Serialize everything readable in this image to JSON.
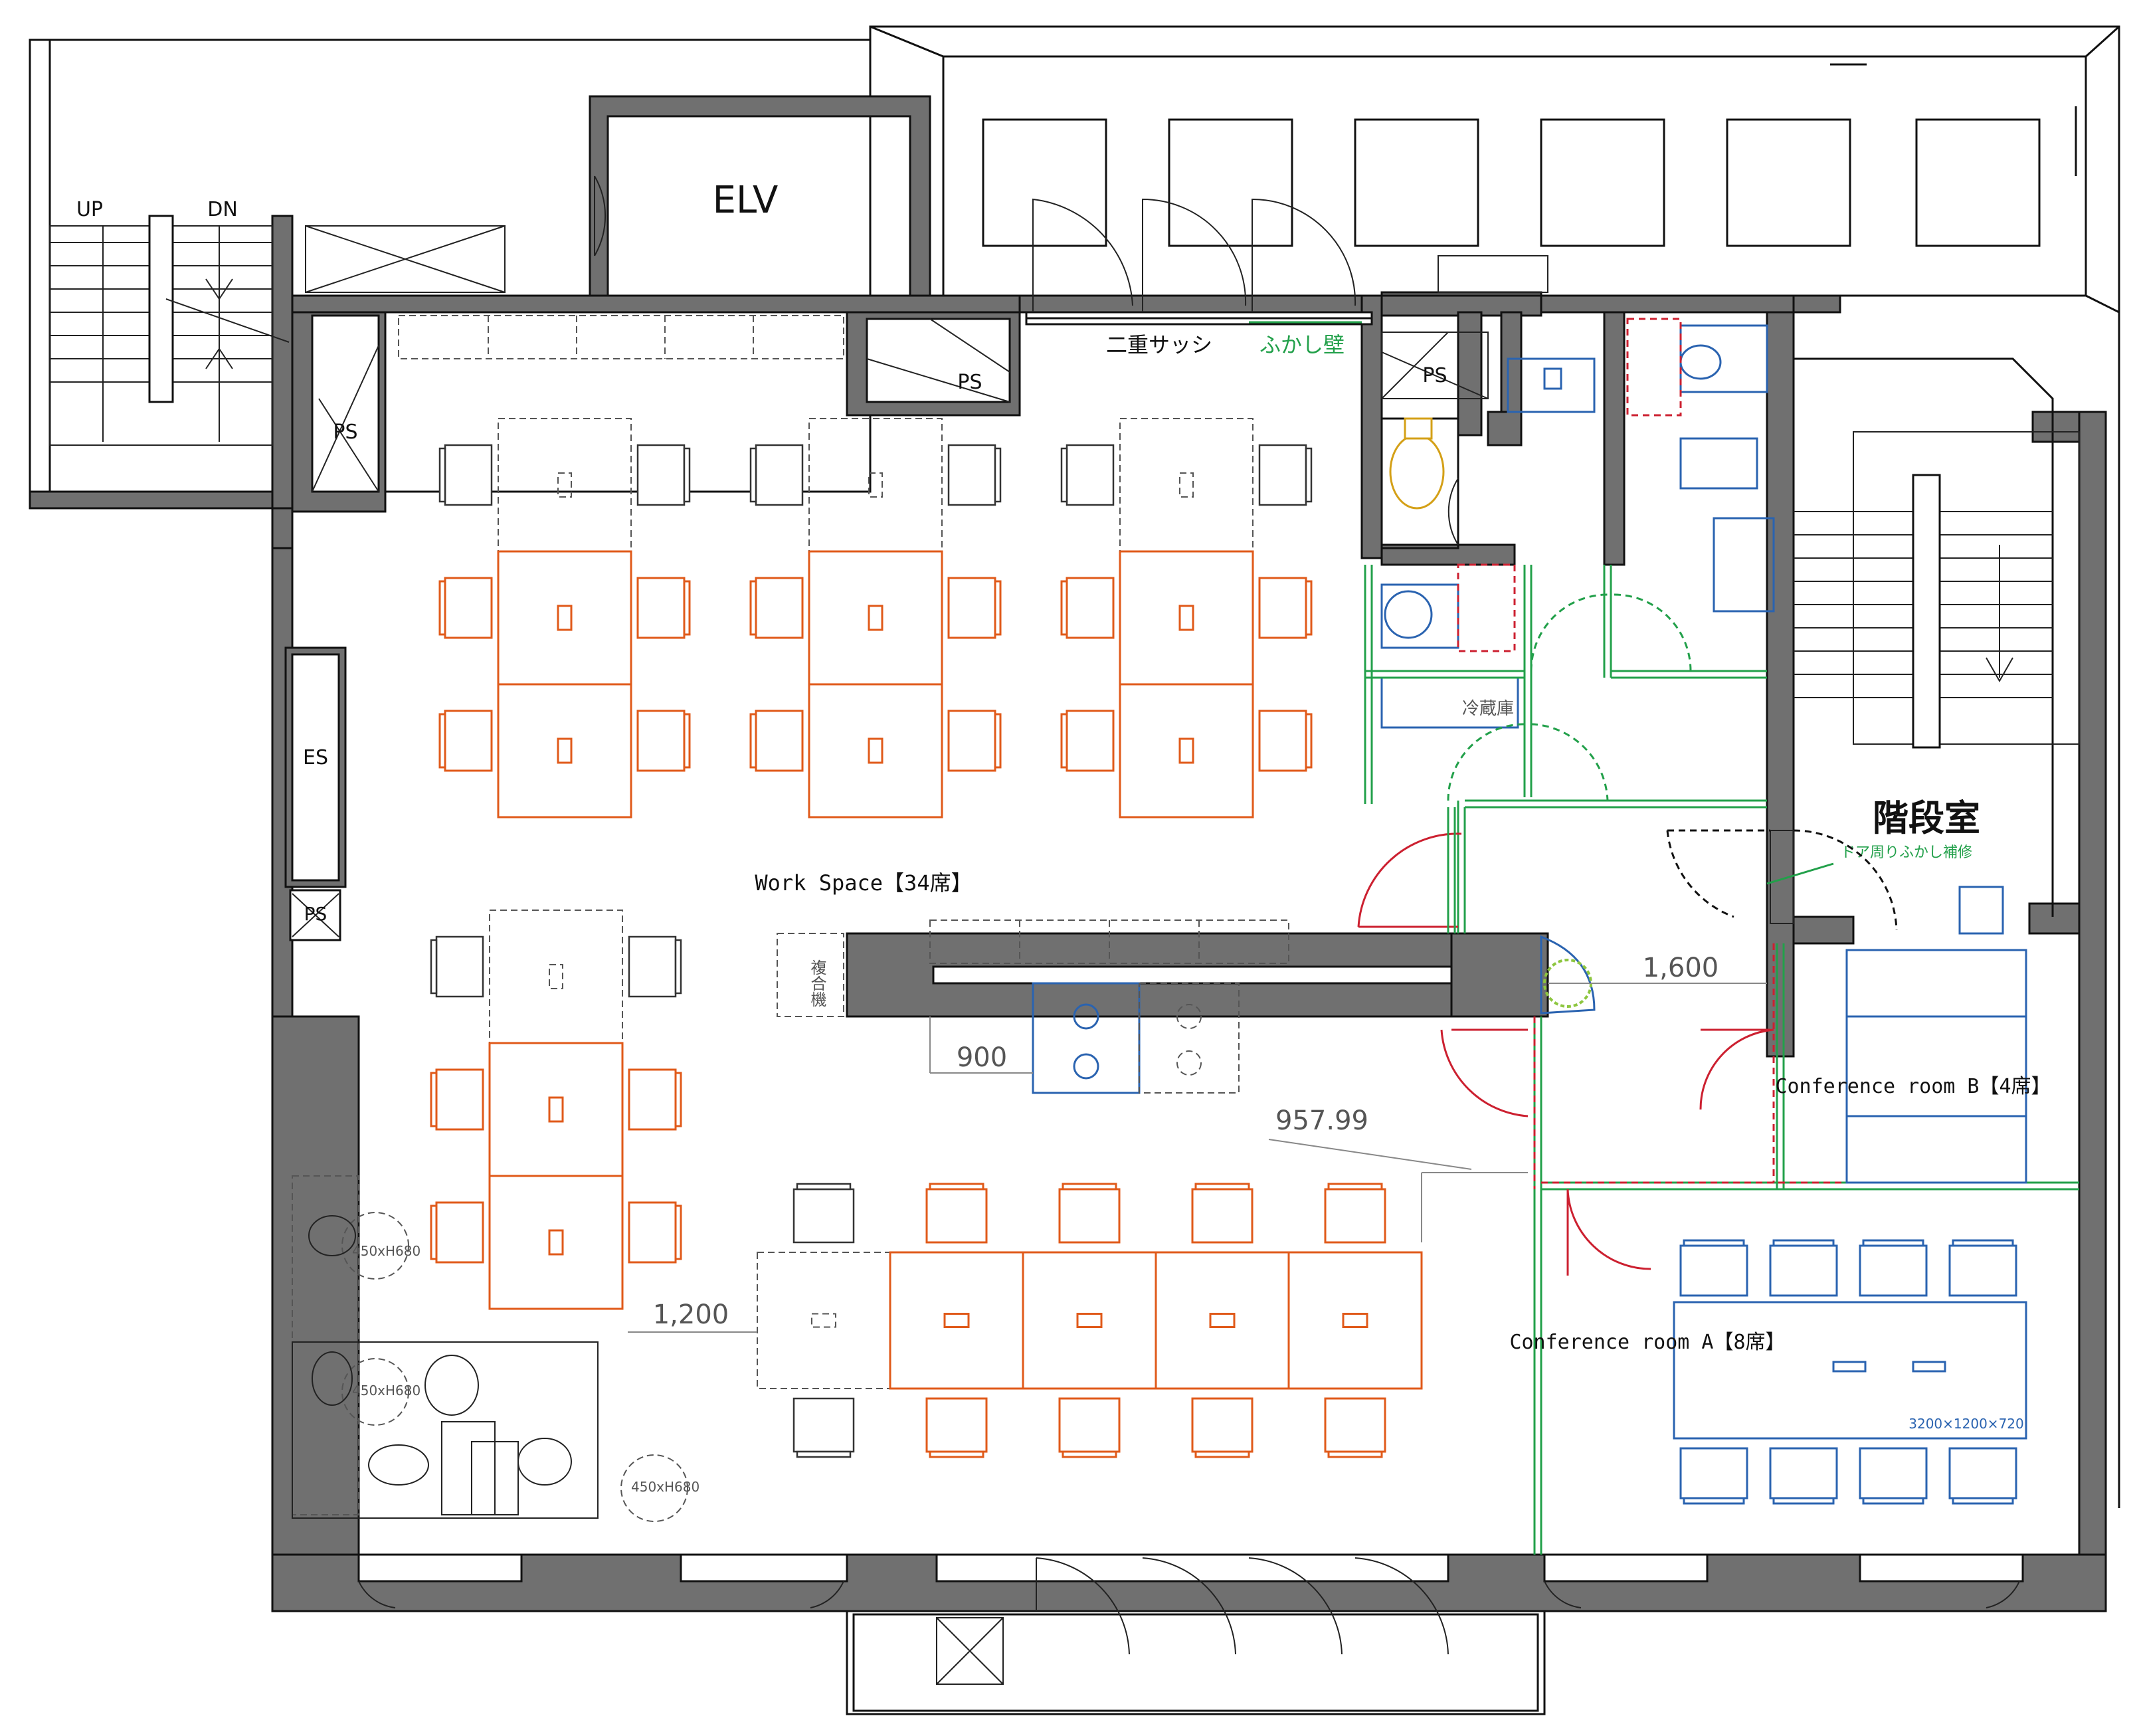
{
  "labels": {
    "up": "UP",
    "dn": "DN",
    "elv": "ELV",
    "ps": "PS",
    "es": "ES",
    "double_sash": "二重サッシ",
    "furring_wall": "ふかし壁",
    "refrigerator": "冷蔵庫",
    "stairwell": "階段室",
    "door_furring_repair": "ドア周りふかし補修",
    "work_space": "Work Space【34席】",
    "copier": "複合機",
    "conference_b": "Conference room B【4席】",
    "conference_a": "Conference room A【8席】",
    "table_size": "3200×1200×720",
    "lounge_size_1": "450xH680",
    "lounge_size_2": "450xH680",
    "lounge_size_3": "450xH680"
  },
  "dimensions": {
    "d1600": "1,600",
    "d900": "900",
    "d957": "957.99",
    "d1200": "1,200"
  },
  "colors": {
    "wall": "#707070",
    "new_furniture": "#e05a1a",
    "existing_furniture": "#333333",
    "new_wall": "#22a04a",
    "fixture": "#2a63b0",
    "door": "#cc2030",
    "toilet": "#d4a017"
  }
}
